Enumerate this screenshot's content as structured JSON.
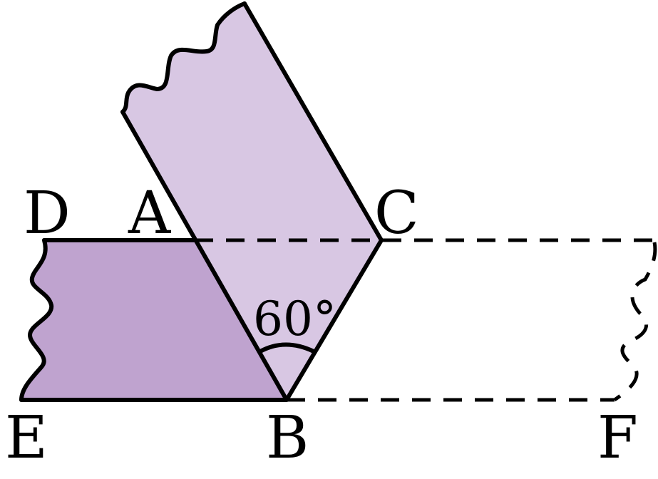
{
  "figure": {
    "fills": {
      "base_strip": "#bfa3cf",
      "folded_strip": "#d8c7e3",
      "outline": "#000000"
    },
    "points": {
      "D": "D",
      "A": "A",
      "C": "C",
      "E": "E",
      "B": "B",
      "F": "F"
    },
    "angle_label": "60°"
  }
}
